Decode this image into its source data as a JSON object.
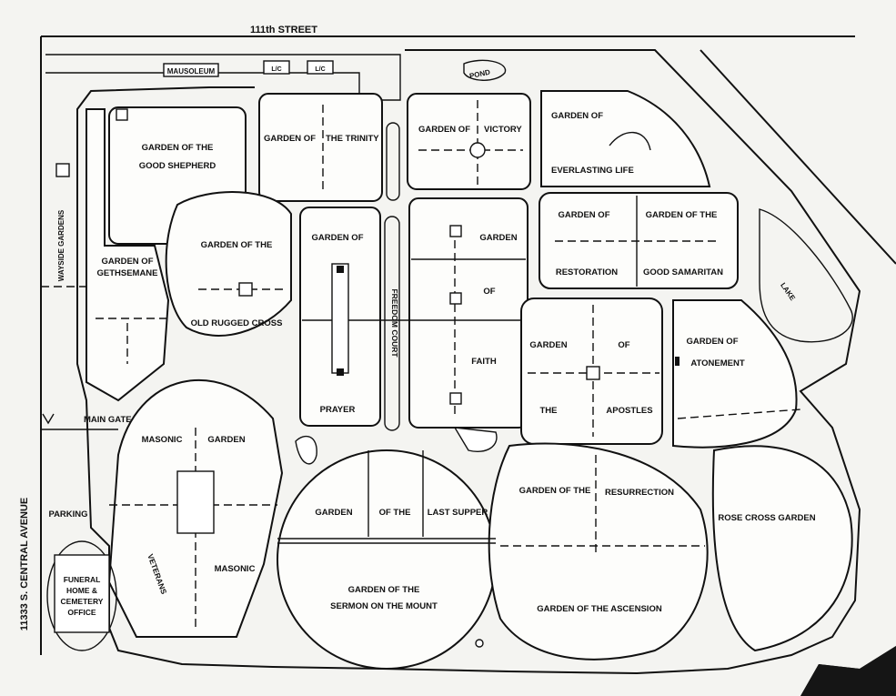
{
  "streets": {
    "north": "111th STREET",
    "west": "11333 S. CENTRAL AVENUE"
  },
  "labels": {
    "mausoleum": "MAUSOLEUM",
    "lc1": "L/C",
    "lc2": "L/C",
    "pond": "POND",
    "lake": "LAKE",
    "main_gate": "MAIN GATE",
    "parking": "PARKING",
    "wayside": "WAYSIDE GARDENS",
    "freedom_court": "FREEDOM COURT",
    "funeral": [
      "FUNERAL",
      "HOME &",
      "CEMETERY",
      "OFFICE"
    ]
  },
  "gardens": {
    "good_shepherd": [
      "GARDEN OF THE",
      "GOOD SHEPHERD"
    ],
    "trinity": [
      "GARDEN OF",
      "THE TRINITY"
    ],
    "victory": [
      "GARDEN OF",
      "VICTORY"
    ],
    "everlasting": [
      "GARDEN OF",
      "EVERLASTING LIFE"
    ],
    "gethsemane": [
      "GARDEN OF",
      "GETHSEMANE"
    ],
    "rugged_cross": [
      "GARDEN OF THE",
      "OLD RUGGED CROSS"
    ],
    "prayer": [
      "GARDEN OF",
      "PRAYER"
    ],
    "faith": [
      "GARDEN",
      "OF",
      "FAITH"
    ],
    "restoration": [
      "GARDEN OF",
      "RESTORATION"
    ],
    "good_samaritan": [
      "GARDEN OF THE",
      "GOOD SAMARITAN"
    ],
    "apostles": [
      "GARDEN",
      "OF",
      "THE",
      "APOSTLES"
    ],
    "atonement": [
      "GARDEN OF",
      "ATONEMENT"
    ],
    "masonic": [
      "MASONIC",
      "GARDEN"
    ],
    "veterans": "VETERANS",
    "masonic2": "MASONIC",
    "last_supper": [
      "GARDEN",
      "OF THE",
      "LAST SUPPER"
    ],
    "sermon": [
      "GARDEN OF THE",
      "SERMON ON THE MOUNT"
    ],
    "resurrection": [
      "GARDEN OF THE",
      "RESURRECTION"
    ],
    "ascension": "GARDEN OF THE ASCENSION",
    "rose_cross": "ROSE CROSS GARDEN"
  }
}
